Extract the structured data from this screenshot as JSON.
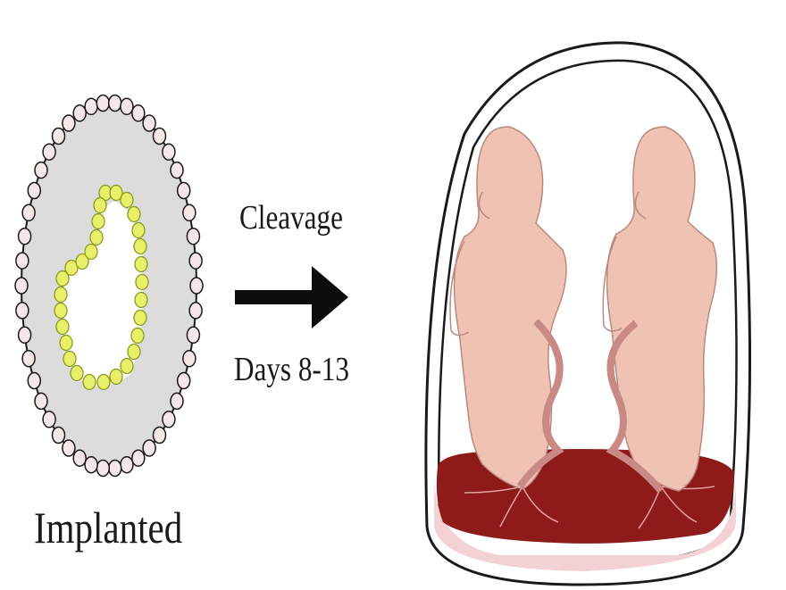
{
  "labels": {
    "implanted": "Implanted",
    "cleavage": "Cleavage",
    "days": "Days 8-13"
  },
  "colors": {
    "background": "#ffffff",
    "outline": "#1a1a1a",
    "blastocyst_fill": "#dcdcdc",
    "trophoblast_cell": "#f5e6e8",
    "inner_cell": "#e8f06a",
    "inner_cell_stroke": "#8a9a20",
    "fetus": "#f0c2b4",
    "fetus_stroke": "#b88a80",
    "cord": "#c98a86",
    "placenta": "#8e1a1a",
    "membrane": "#f2d2d4",
    "arrow": "#0d0d0d"
  },
  "icons": {
    "implanted_embryo": "blastocyst-icon",
    "arrow": "right-arrow-icon",
    "twins": "monochorionic-twins-icon"
  }
}
